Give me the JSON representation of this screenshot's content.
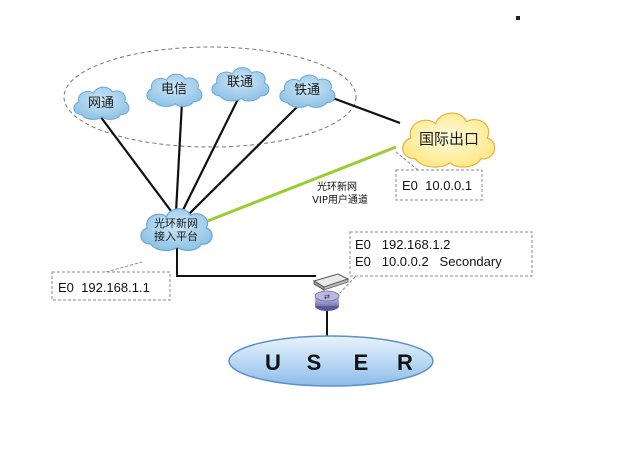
{
  "colors": {
    "cloud_fill": "#8fc3e6",
    "cloud_edge": "#6aa6d6",
    "intl_cloud_fill": "#ffe680",
    "intl_cloud_edge": "#e0b640",
    "link_line": "#111111",
    "vip_line": "#9acd32",
    "user_fill": "#9ec9ef",
    "user_edge": "#5a90c8",
    "callout_border": "#888888"
  },
  "icons": {
    "isp_cloud": "cloud-icon",
    "intl_cloud": "cloud-icon",
    "access_cloud": "cloud-icon",
    "router": "router-icon",
    "user_network": "ellipse-icon"
  },
  "isp_clouds": [
    {
      "label": "网通"
    },
    {
      "label": "电信"
    },
    {
      "label": "联通"
    },
    {
      "label": "铁通"
    }
  ],
  "intl_cloud": {
    "label": "国际出口"
  },
  "access_platform": {
    "line1": "光环新网",
    "line2": "接入平台"
  },
  "vip_channel": {
    "line1": "光环新网",
    "line2": "VIP用户通道"
  },
  "callouts": {
    "intl": "E0  10.0.0.1",
    "access": "E0  192.168.1.1",
    "router_line1": "E0   192.168.1.2",
    "router_line2": "E0   10.0.0.2   Secondary"
  },
  "user": {
    "letters": [
      "U",
      "S",
      "E",
      "R"
    ]
  }
}
